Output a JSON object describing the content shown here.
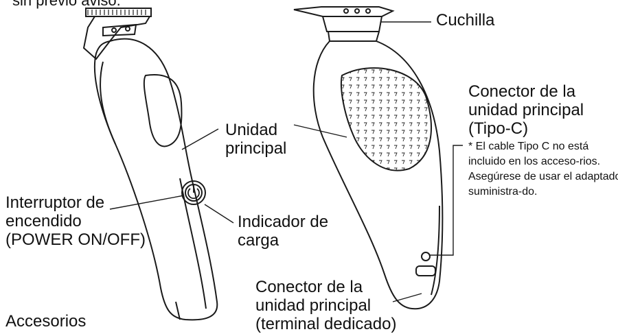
{
  "top_text": "sin previo aviso.",
  "labels": {
    "cuchilla": "Cuchilla",
    "unidad_principal": [
      "Unidad",
      "principal"
    ],
    "interruptor": [
      "Interruptor de",
      "encendido",
      "(POWER ON/OFF)"
    ],
    "indicador": [
      "Indicador de",
      "carga"
    ],
    "conector_tipo_c": [
      "Conector de la",
      "unidad principal",
      "(Tipo-C)"
    ],
    "conector_terminal": [
      "Conector de la",
      "unidad principal",
      "(terminal dedicado)"
    ],
    "accesorios": "Accesorios"
  },
  "note_tipo_c": "* El cable Tipo C no está incluido en los acceso-rios. Asegúrese de usar el adaptador suministra-do.",
  "colors": {
    "line": "#1a1a1a",
    "background": "#ffffff"
  }
}
